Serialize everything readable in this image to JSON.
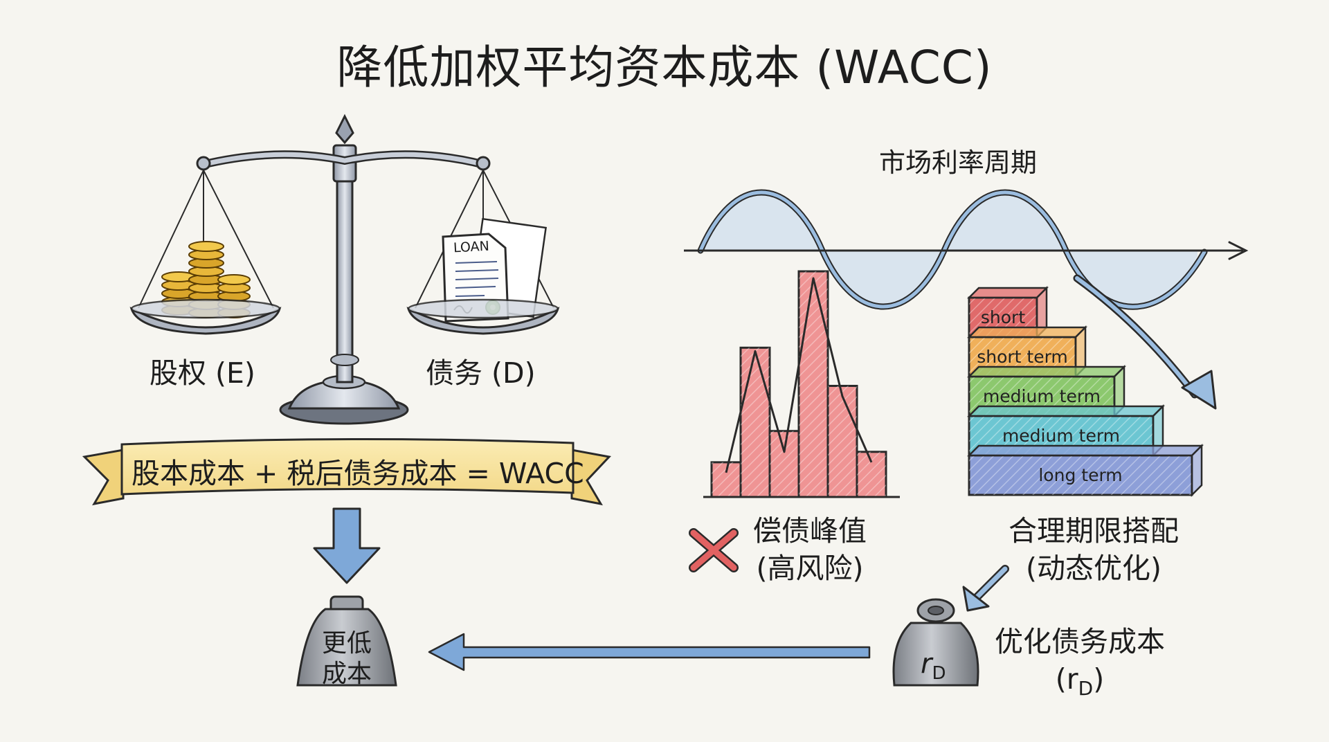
{
  "title": "降低加权平均资本成本 (WACC)",
  "scale": {
    "equity_label": "股权 (E)",
    "debt_label": "债务 (D)",
    "document_text": "LOAN"
  },
  "formula": "股本成本 + 税后债务成本 = WACC",
  "lower_cost": {
    "line1": "更低",
    "line2": "成本"
  },
  "rate_cycle": {
    "title": "市场利率周期"
  },
  "repayment_peak": {
    "line1": "偿债峰值",
    "line2": "(高风险)",
    "marker": "cross-icon"
  },
  "maturity_match": {
    "line1": "合理期限搭配",
    "line2": "(动态优化)",
    "steps": [
      {
        "label": "short",
        "color": "#e06a6a"
      },
      {
        "label": "short term",
        "color": "#f0b05a"
      },
      {
        "label": "medium term",
        "color": "#8cc86e"
      },
      {
        "label": "medium term",
        "color": "#6cc6d2"
      },
      {
        "label": "long term",
        "color": "#8d9fd8"
      }
    ]
  },
  "optimized_debt": {
    "weight_symbol": "r",
    "weight_sub": "D",
    "line1": "优化债务成本",
    "line2_prefix": "(r",
    "line2_sub": "D",
    "line2_suffix": ")"
  },
  "chart_data": {
    "type": "bar",
    "values": [
      1,
      4.3,
      1.9,
      6.5,
      3.2,
      1.3
    ],
    "trend": [
      0.7,
      4.2,
      1.3,
      6.3,
      2.9,
      1.0
    ]
  }
}
